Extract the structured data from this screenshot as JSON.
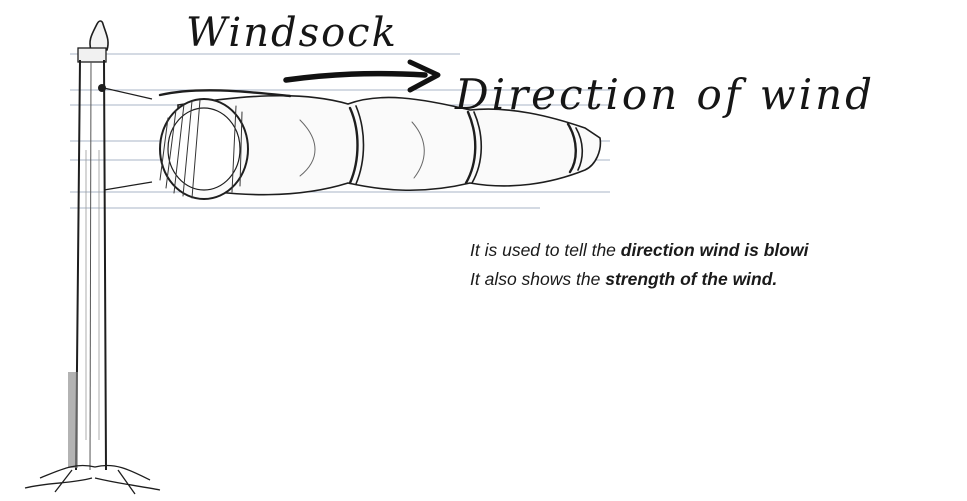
{
  "title": "Windsock",
  "arrow_label": "Direction of wind",
  "caption": {
    "line1": {
      "before": "It is used to tell the ",
      "bold": "direction wind is blowi",
      "after": ""
    },
    "line2": {
      "before": "It also shows the ",
      "bold": "strength of the wind.",
      "after": ""
    }
  },
  "colors": {
    "ink": "#1e1e1e",
    "paper_rule": "#a9b4c7",
    "pole_shade": "#8a8a8a"
  }
}
